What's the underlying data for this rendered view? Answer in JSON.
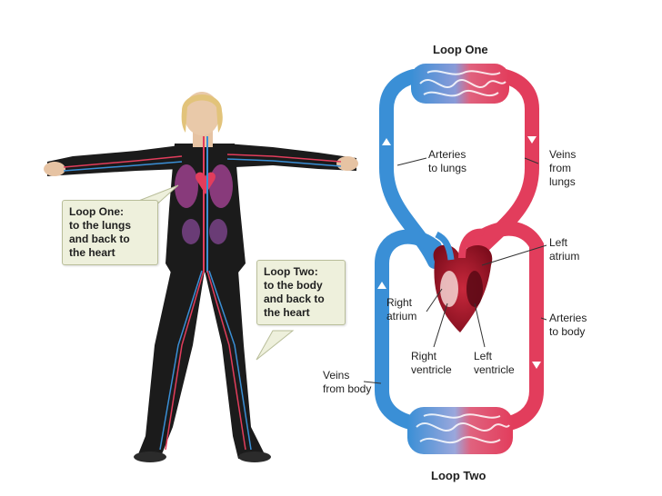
{
  "loop_one_title": "Loop One",
  "loop_two_title": "Loop Two",
  "callouts": {
    "loop_one": "Loop One:\nto the lungs\nand back to\nthe heart",
    "loop_two": "Loop Two:\nto the body\nand back to\nthe heart"
  },
  "labels": {
    "arteries_to_lungs": "Arteries\nto lungs",
    "veins_from_lungs": "Veins\nfrom\nlungs",
    "left_atrium": "Left\natrium",
    "right_atrium": "Right\natrium",
    "arteries_to_body": "Arteries\nto body",
    "right_ventricle": "Right\nventricle",
    "left_ventricle": "Left\nventricle",
    "veins_from_body": "Veins\nfrom body"
  },
  "colors": {
    "oxygen_poor": "#3a8fd6",
    "oxygen_rich": "#e23d5c",
    "body_silhouette": "#1b1b1b",
    "callout_fill": "#eef0dc"
  }
}
